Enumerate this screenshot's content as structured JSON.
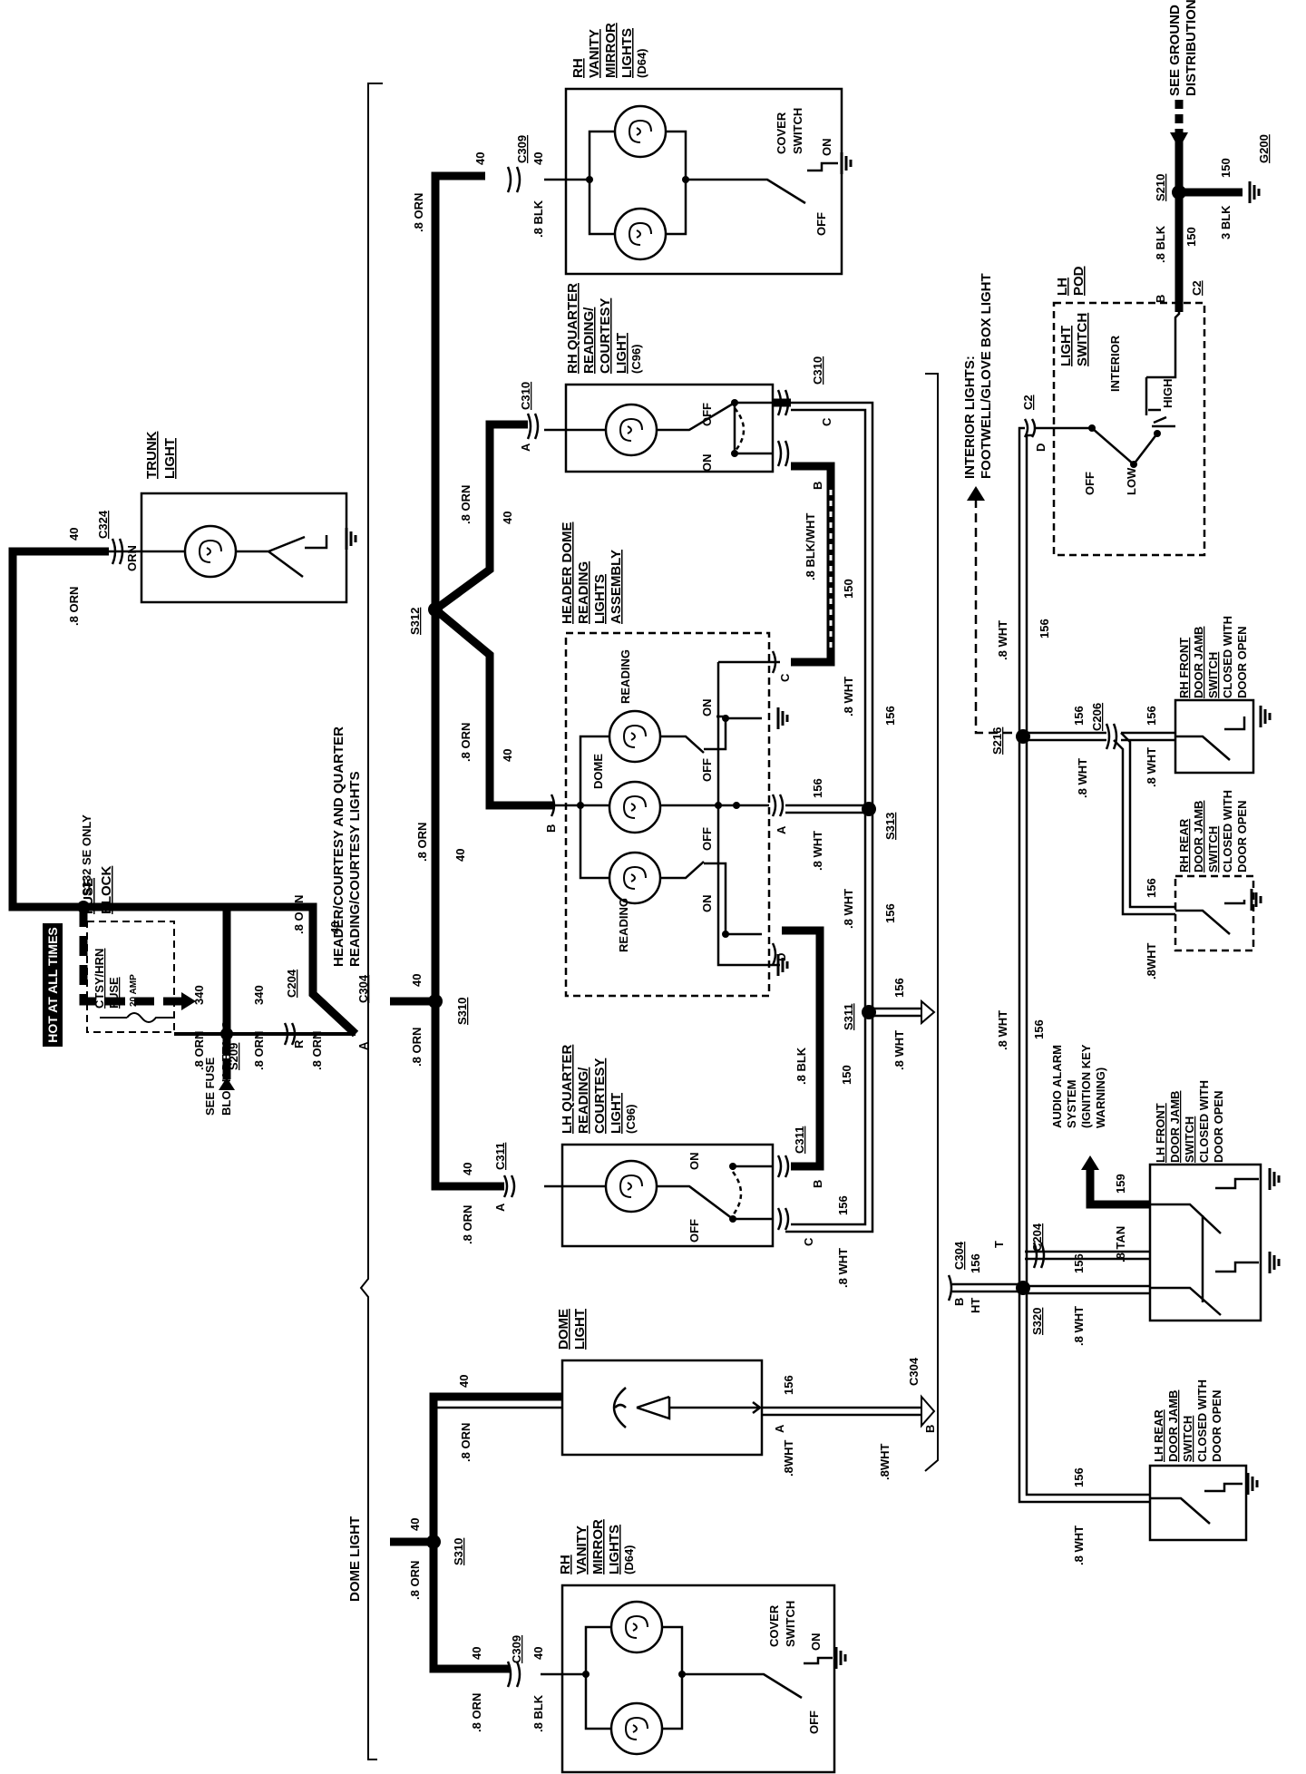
{
  "power": {
    "hot": "HOT AT ALL TIMES",
    "fuse_block": [
      "FUSE",
      "BLOCK"
    ],
    "fuse_name": [
      "CTSY/HRN",
      "FUSE"
    ],
    "fuse_amp": "20 AMP",
    "see_fuse": [
      "SEE FUSE",
      "BLOCK DETAILS"
    ],
    "s332": "S332 SE ONLY",
    "s209": "S209"
  },
  "circuits": {
    "orn_08": ".8 ORN",
    "orn": "ORN",
    "wht_08": ".8 WHT",
    "wht_nospace": ".8WHT",
    "blk_08": ".8 BLK",
    "blk_wht": ".8 BLK/WHT",
    "tan_08": ".8 TAN",
    "blk_3": "3 BLK",
    "n340": "340",
    "n40": "40",
    "n150": "150",
    "n156": "156",
    "n159": "159"
  },
  "connectors": {
    "c204": "C204",
    "c304": "C304",
    "c324": "C324",
    "c309": "C309",
    "c310": "C310",
    "c311": "C311",
    "c206": "C206",
    "c2": "C2",
    "s210": "S210",
    "s216": "S216",
    "s310": "S310",
    "s311": "S311",
    "s312": "S312",
    "s313": "S313",
    "s320": "S320",
    "g200": "G200",
    "A": "A",
    "B": "B",
    "C": "C",
    "D": "D",
    "R": "R",
    "T": "T",
    "HT": "HT"
  },
  "components": {
    "trunk_light": [
      "TRUNK",
      "LIGHT"
    ],
    "rh_vanity": [
      "RH",
      "VANITY",
      "MIRROR",
      "LIGHTS",
      "(D64)"
    ],
    "cover_switch": [
      "COVER",
      "SWITCH"
    ],
    "on": "ON",
    "off": "OFF",
    "rh_quarter": [
      "RH QUARTER",
      "READING/",
      "COURTESY",
      "LIGHT",
      "(C96)"
    ],
    "lh_quarter": [
      "LH QUARTER",
      "READING/",
      "COURTESY",
      "LIGHT",
      "(C96)"
    ],
    "header_dome": [
      "HEADER DOME",
      "READING",
      "LIGHTS",
      "ASSEMBLY"
    ],
    "reading": "READING",
    "dome": "DOME",
    "dome_light": [
      "DOME",
      "LIGHT"
    ],
    "lh_pod": [
      "LH",
      "POD"
    ],
    "light_switch": [
      "LIGHT",
      "SWITCH"
    ],
    "interior": "INTERIOR",
    "high": "HIGH",
    "low": "LOW",
    "ground_dist": [
      "SEE GROUND",
      "DISTRIBUTION"
    ],
    "int_lights": [
      "INTERIOR LIGHTS:",
      "FOOTWELL/GLOVE BOX LIGHT"
    ],
    "rh_front_jamb": [
      "RH FRONT",
      "DOOR JAMB",
      "SWITCH",
      "CLOSED WITH",
      "DOOR OPEN"
    ],
    "rh_rear_jamb": [
      "RH REAR",
      "DOOR JAMB",
      "SWITCH",
      "CLOSED WITH",
      "DOOR OPEN"
    ],
    "lh_front_jamb": [
      "LH FRONT",
      "DOOR JAMB",
      "SWITCH",
      "CLOSED WITH",
      "DOOR OPEN"
    ],
    "lh_rear_jamb": [
      "LH REAR",
      "DOOR JAMB",
      "SWITCH",
      "CLOSED WITH",
      "DOOR OPEN"
    ],
    "audio_alarm": [
      "AUDIO ALARM",
      "SYSTEM",
      "(IGNITION KEY",
      "WARNING)"
    ]
  },
  "sections": {
    "header_courtesy": [
      "HEADER/COURTESY AND QUARTER",
      "READING/COURTESY LIGHTS"
    ],
    "dome_light": "DOME LIGHT"
  }
}
